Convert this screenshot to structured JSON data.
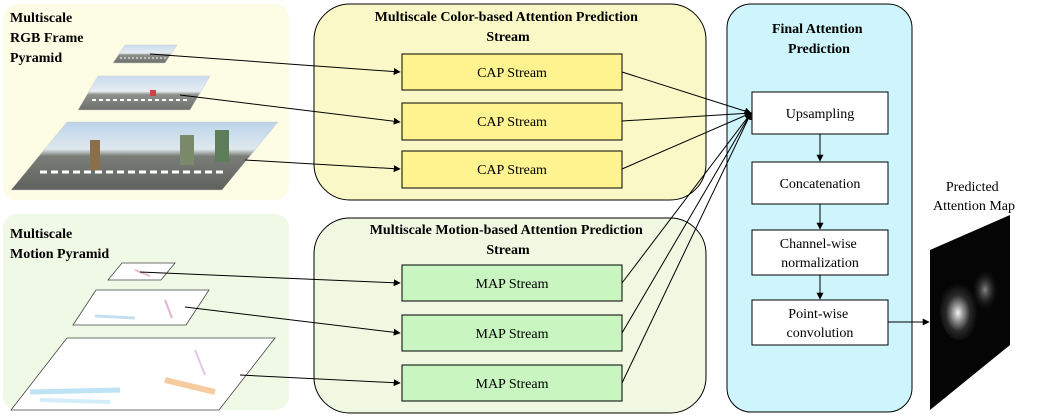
{
  "colors": {
    "rgb_panel": "#fdfde6",
    "motion_panel": "#f0f8e6",
    "cap_panel": "#fbf8c8",
    "map_panel": "#f1f8e1",
    "final_panel": "#cef5fb",
    "cap_box": "#fef38f",
    "map_box": "#c8f5c0",
    "final_box": "#ffffff"
  },
  "rgb_pyramid": {
    "title_lines": [
      "Multiscale",
      "RGB Frame",
      "Pyramid"
    ]
  },
  "motion_pyramid": {
    "title_lines": [
      "Multiscale",
      "Motion Pyramid"
    ]
  },
  "cap_group": {
    "title_lines": [
      "Multiscale Color-based Attention Prediction",
      "Stream"
    ],
    "streams": [
      "CAP Stream",
      "CAP Stream",
      "CAP Stream"
    ]
  },
  "map_group": {
    "title_lines": [
      "Multiscale Motion-based Attention Prediction",
      "Stream"
    ],
    "streams": [
      "MAP Stream",
      "MAP Stream",
      "MAP Stream"
    ]
  },
  "final_group": {
    "title_lines": [
      "Final Attention",
      "Prediction"
    ],
    "steps": [
      {
        "lines": [
          "Upsampling"
        ]
      },
      {
        "lines": [
          "Concatenation"
        ]
      },
      {
        "lines": [
          "Channel-wise",
          "normalization"
        ]
      },
      {
        "lines": [
          "Point-wise",
          "convolution"
        ]
      }
    ]
  },
  "output": {
    "title_lines": [
      "Predicted",
      "Attention  Map"
    ]
  }
}
